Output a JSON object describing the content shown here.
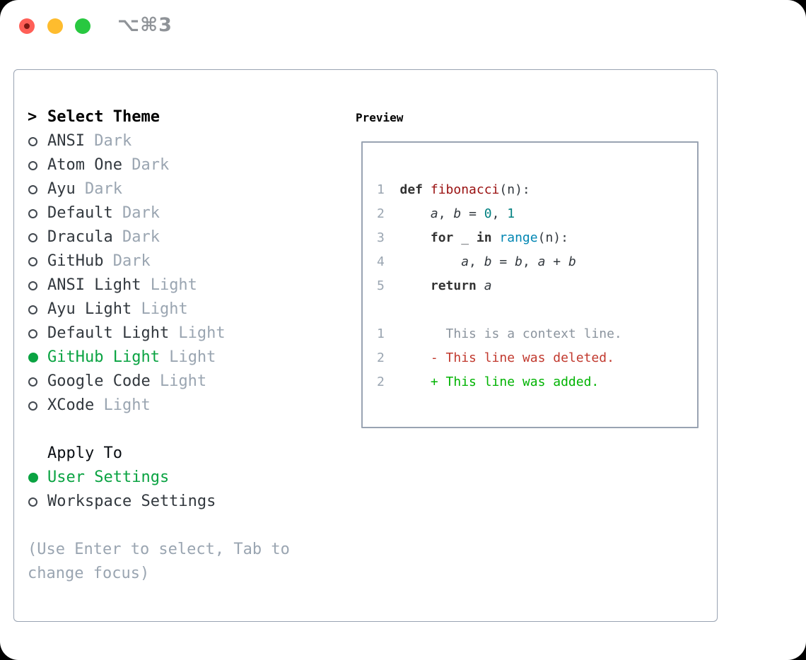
{
  "window": {
    "title": "⌥⌘3"
  },
  "theme_selector": {
    "prompt": ">",
    "title": "Select Theme",
    "items": [
      {
        "label": "ANSI",
        "variant": "Dark",
        "selected": false
      },
      {
        "label": "Atom One",
        "variant": "Dark",
        "selected": false
      },
      {
        "label": "Ayu",
        "variant": "Dark",
        "selected": false
      },
      {
        "label": "Default",
        "variant": "Dark",
        "selected": false
      },
      {
        "label": "Dracula",
        "variant": "Dark",
        "selected": false
      },
      {
        "label": "GitHub",
        "variant": "Dark",
        "selected": false
      },
      {
        "label": "ANSI Light",
        "variant": "Light",
        "selected": false
      },
      {
        "label": "Ayu Light",
        "variant": "Light",
        "selected": false
      },
      {
        "label": "Default Light",
        "variant": "Light",
        "selected": false
      },
      {
        "label": "GitHub Light",
        "variant": "Light",
        "selected": true
      },
      {
        "label": "Google Code",
        "variant": "Light",
        "selected": false
      },
      {
        "label": "XCode",
        "variant": "Light",
        "selected": false
      }
    ],
    "apply_to": {
      "title": "Apply To",
      "options": [
        {
          "label": "User Settings",
          "selected": true
        },
        {
          "label": "Workspace Settings",
          "selected": false
        }
      ]
    },
    "help_text": "(Use Enter to select, Tab to change focus)"
  },
  "preview": {
    "title": "Preview",
    "code_lines": [
      {
        "num": "1",
        "tokens": [
          {
            "text": "def ",
            "style": "keyword"
          },
          {
            "text": "fibonacci",
            "style": "title"
          },
          {
            "text": "(n):",
            "style": "plain"
          }
        ]
      },
      {
        "num": "2",
        "tokens": [
          {
            "text": "    ",
            "style": "plain"
          },
          {
            "text": "a",
            "style": "ident"
          },
          {
            "text": ", ",
            "style": "plain"
          },
          {
            "text": "b",
            "style": "ident"
          },
          {
            "text": " = ",
            "style": "plain"
          },
          {
            "text": "0",
            "style": "number"
          },
          {
            "text": ", ",
            "style": "plain"
          },
          {
            "text": "1",
            "style": "number"
          }
        ]
      },
      {
        "num": "3",
        "tokens": [
          {
            "text": "    ",
            "style": "plain"
          },
          {
            "text": "for",
            "style": "keyword"
          },
          {
            "text": " _ ",
            "style": "plain"
          },
          {
            "text": "in",
            "style": "keyword"
          },
          {
            "text": " ",
            "style": "plain"
          },
          {
            "text": "range",
            "style": "builtin"
          },
          {
            "text": "(n):",
            "style": "plain"
          }
        ]
      },
      {
        "num": "4",
        "tokens": [
          {
            "text": "        ",
            "style": "plain"
          },
          {
            "text": "a",
            "style": "ident"
          },
          {
            "text": ", ",
            "style": "plain"
          },
          {
            "text": "b",
            "style": "ident"
          },
          {
            "text": " = ",
            "style": "plain"
          },
          {
            "text": "b",
            "style": "ident"
          },
          {
            "text": ", ",
            "style": "plain"
          },
          {
            "text": "a",
            "style": "ident"
          },
          {
            "text": " + ",
            "style": "plain"
          },
          {
            "text": "b",
            "style": "ident"
          }
        ]
      },
      {
        "num": "5",
        "tokens": [
          {
            "text": "    ",
            "style": "plain"
          },
          {
            "text": "return",
            "style": "keyword"
          },
          {
            "text": " ",
            "style": "plain"
          },
          {
            "text": "a",
            "style": "ident"
          }
        ]
      }
    ],
    "diff_lines": [
      {
        "num": "1",
        "text": "      This is a context line.",
        "type": "context"
      },
      {
        "num": "2",
        "text": "    - This line was deleted.",
        "type": "deleted"
      },
      {
        "num": "2",
        "text": "    + This line was added.",
        "type": "added"
      }
    ]
  },
  "colors": {
    "accent_green": "#0aa342",
    "muted": "#9aa5b1",
    "text_dark": "#32383e",
    "panel_border": "#99a3b2",
    "code_keyword": "#333333",
    "code_title": "#990f0f",
    "code_number": "#008080",
    "code_builtin": "#0086b3",
    "diff_context": "#8b949e",
    "diff_deleted": "#c1392e",
    "diff_added": "#00b302",
    "tl_close": "#ff5f57",
    "tl_close_dot": "#7e1913",
    "tl_minimize": "#febc2e",
    "tl_zoom": "#28c840"
  }
}
